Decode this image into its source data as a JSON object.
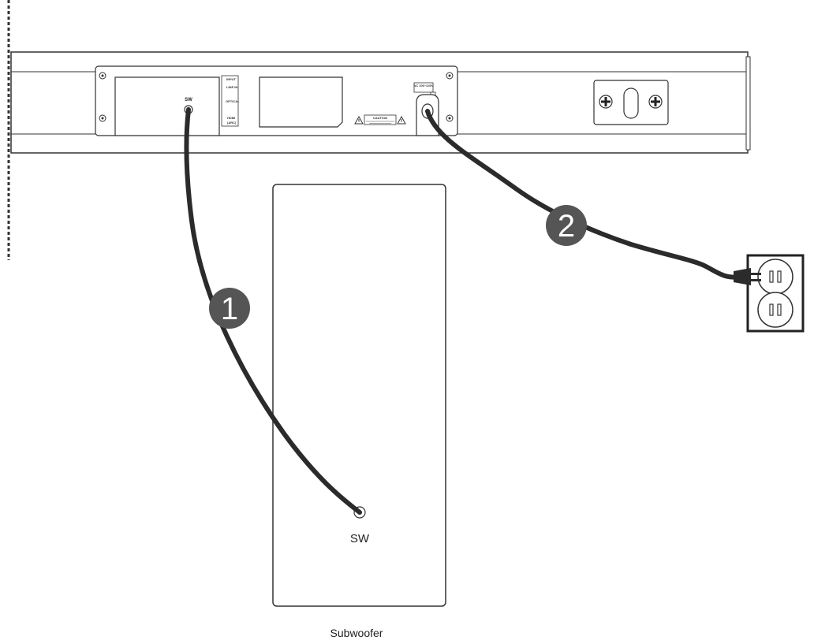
{
  "soundbar": {
    "sw_label": "SW",
    "input_label": "INPUT",
    "line_in_label": "LINE IN",
    "optical_label": "OPTICAL",
    "hdmi_label": "HDMI",
    "arc_label": "(ARC)",
    "caution_label": "CAUTION",
    "ac_label": "AC 100~240V"
  },
  "subwoofer": {
    "sw_label": "SW",
    "name": "Subwoofer"
  },
  "steps": [
    {
      "number": "1",
      "description": ""
    },
    {
      "number": "2",
      "description": ""
    }
  ],
  "icons": [
    "wall-mount-keyhole-icon",
    "screw-icon",
    "warning-icon",
    "wall-outlet-icon",
    "power-plug-icon"
  ],
  "colors": {
    "cable": "#2b2b2b",
    "step_badge": "#555555",
    "outline": "#333333"
  }
}
